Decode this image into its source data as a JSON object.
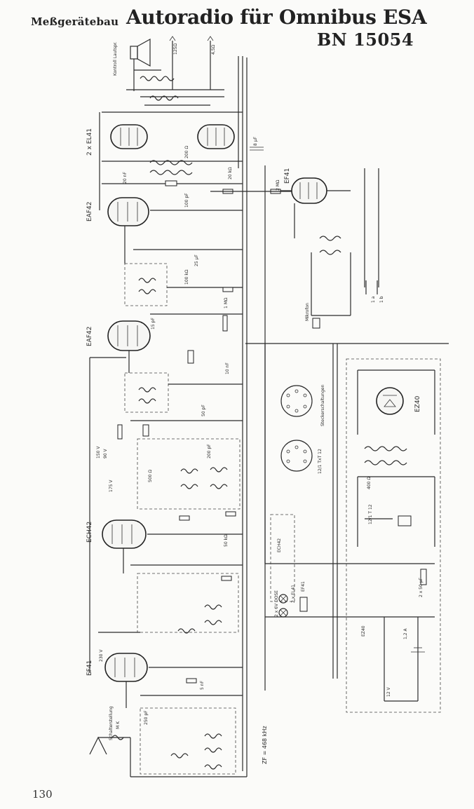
{
  "header": {
    "maker": "Meßgerätebau",
    "title": "Autoradio für Omnibus ESA",
    "model": "BN 15054"
  },
  "page_number": "130",
  "tubes": {
    "el41_pair": "2 x EL41",
    "eaf42_top": "EAF42",
    "ef41_right": "EF41",
    "eaf42_mid": "EAF42",
    "ez40": "EZ40",
    "ech42": "ECH42",
    "ef41_bottom": "EF41"
  },
  "labels": {
    "kontroll": "Kontroll Lautspr.",
    "zf": "ZF = 468 kHz",
    "schalter": "Schalterstellung",
    "mikrofon": "Mikrofon",
    "stecker1": "Steckerschaltungen",
    "stecker2": "12/1 TxT 12",
    "zerhacker": "12/1 T 12",
    "dose": "2 x 6V DOSE",
    "ls_a": "125Ω",
    "ls_b": "4,5Ω",
    "k1": "1 a",
    "k2": "1 b",
    "stellung": "M  K",
    "sicherung": "1,2 A",
    "batt": "12 V",
    "heiz_ez": "EZ40",
    "heiz_el": "2 x EL41",
    "heiz_ef": "EF41",
    "heiz_ec": "ECH42"
  },
  "components": {
    "c_8uf": "8 µF",
    "c_50uf": "2 x 50 µF",
    "r_1m": "1 MΩ",
    "r_200": "200 Ω",
    "c_50pf": "50 pF",
    "c_10n": "10 nF",
    "c_100pf": "100 pF",
    "c_200pf": "200 pF",
    "r_50k": "50 kΩ",
    "r_20k": "20 kΩ",
    "r_2m": "2 MΩ",
    "c_5n": "5 nF",
    "r_500": "500 Ω",
    "c_250pf": "250 pF",
    "v_175": "175 V",
    "v_90": "90 V",
    "v_150": "150 V",
    "v_230": "230 V",
    "r_400": "400 Ω",
    "r_100k": "100 kΩ",
    "c_20nf": "20 nF",
    "c_15pf": "15 pF",
    "c_25uf": "25 µF"
  }
}
